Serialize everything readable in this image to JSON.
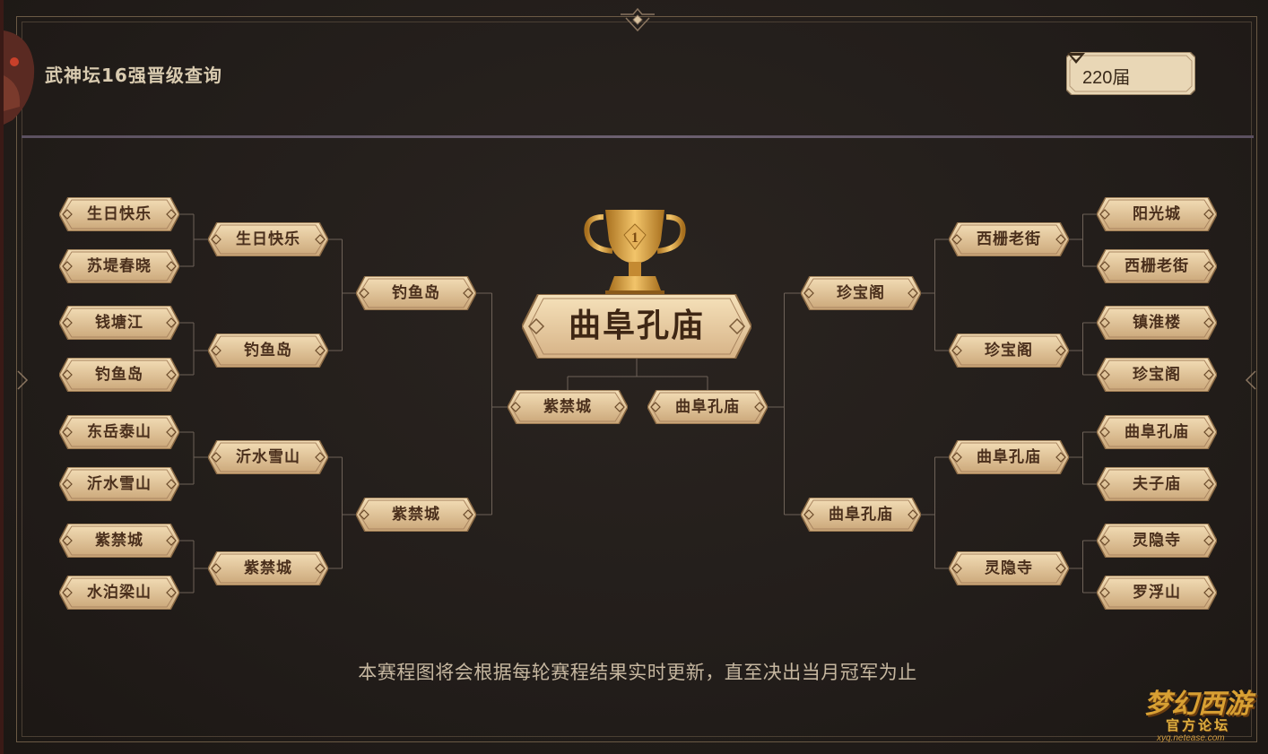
{
  "title": "武神坛16强晋级查询",
  "season": {
    "selected": "220届"
  },
  "bracket": {
    "left_r16": [
      "生日快乐",
      "苏堤春晓",
      "钱塘江",
      "钓鱼岛",
      "东岳泰山",
      "沂水雪山",
      "紫禁城",
      "水泊梁山"
    ],
    "left_qf": [
      "生日快乐",
      "钓鱼岛",
      "沂水雪山",
      "紫禁城"
    ],
    "left_sf": [
      "钓鱼岛",
      "紫禁城"
    ],
    "left_final": "紫禁城",
    "right_r16": [
      "阳光城",
      "西栅老街",
      "镇淮楼",
      "珍宝阁",
      "曲阜孔庙",
      "夫子庙",
      "灵隐寺",
      "罗浮山"
    ],
    "right_qf": [
      "西栅老街",
      "珍宝阁",
      "曲阜孔庙",
      "灵隐寺"
    ],
    "right_sf": [
      "珍宝阁",
      "曲阜孔庙"
    ],
    "right_final": "曲阜孔庙",
    "champion": "曲阜孔庙",
    "trophy_number": "1"
  },
  "footnote": "本赛程图将会根据每轮赛程结果实时更新，直至决出当月冠军为止",
  "watermark": {
    "main": "梦幻西游",
    "sub": "官方论坛",
    "url": "xyq.netease.com"
  },
  "colors": {
    "background": "#241e1b",
    "plate_light": "#f4dfb8",
    "plate_dark": "#caa678",
    "border": "#6b5a45",
    "text_dark": "#4a2f1c"
  }
}
